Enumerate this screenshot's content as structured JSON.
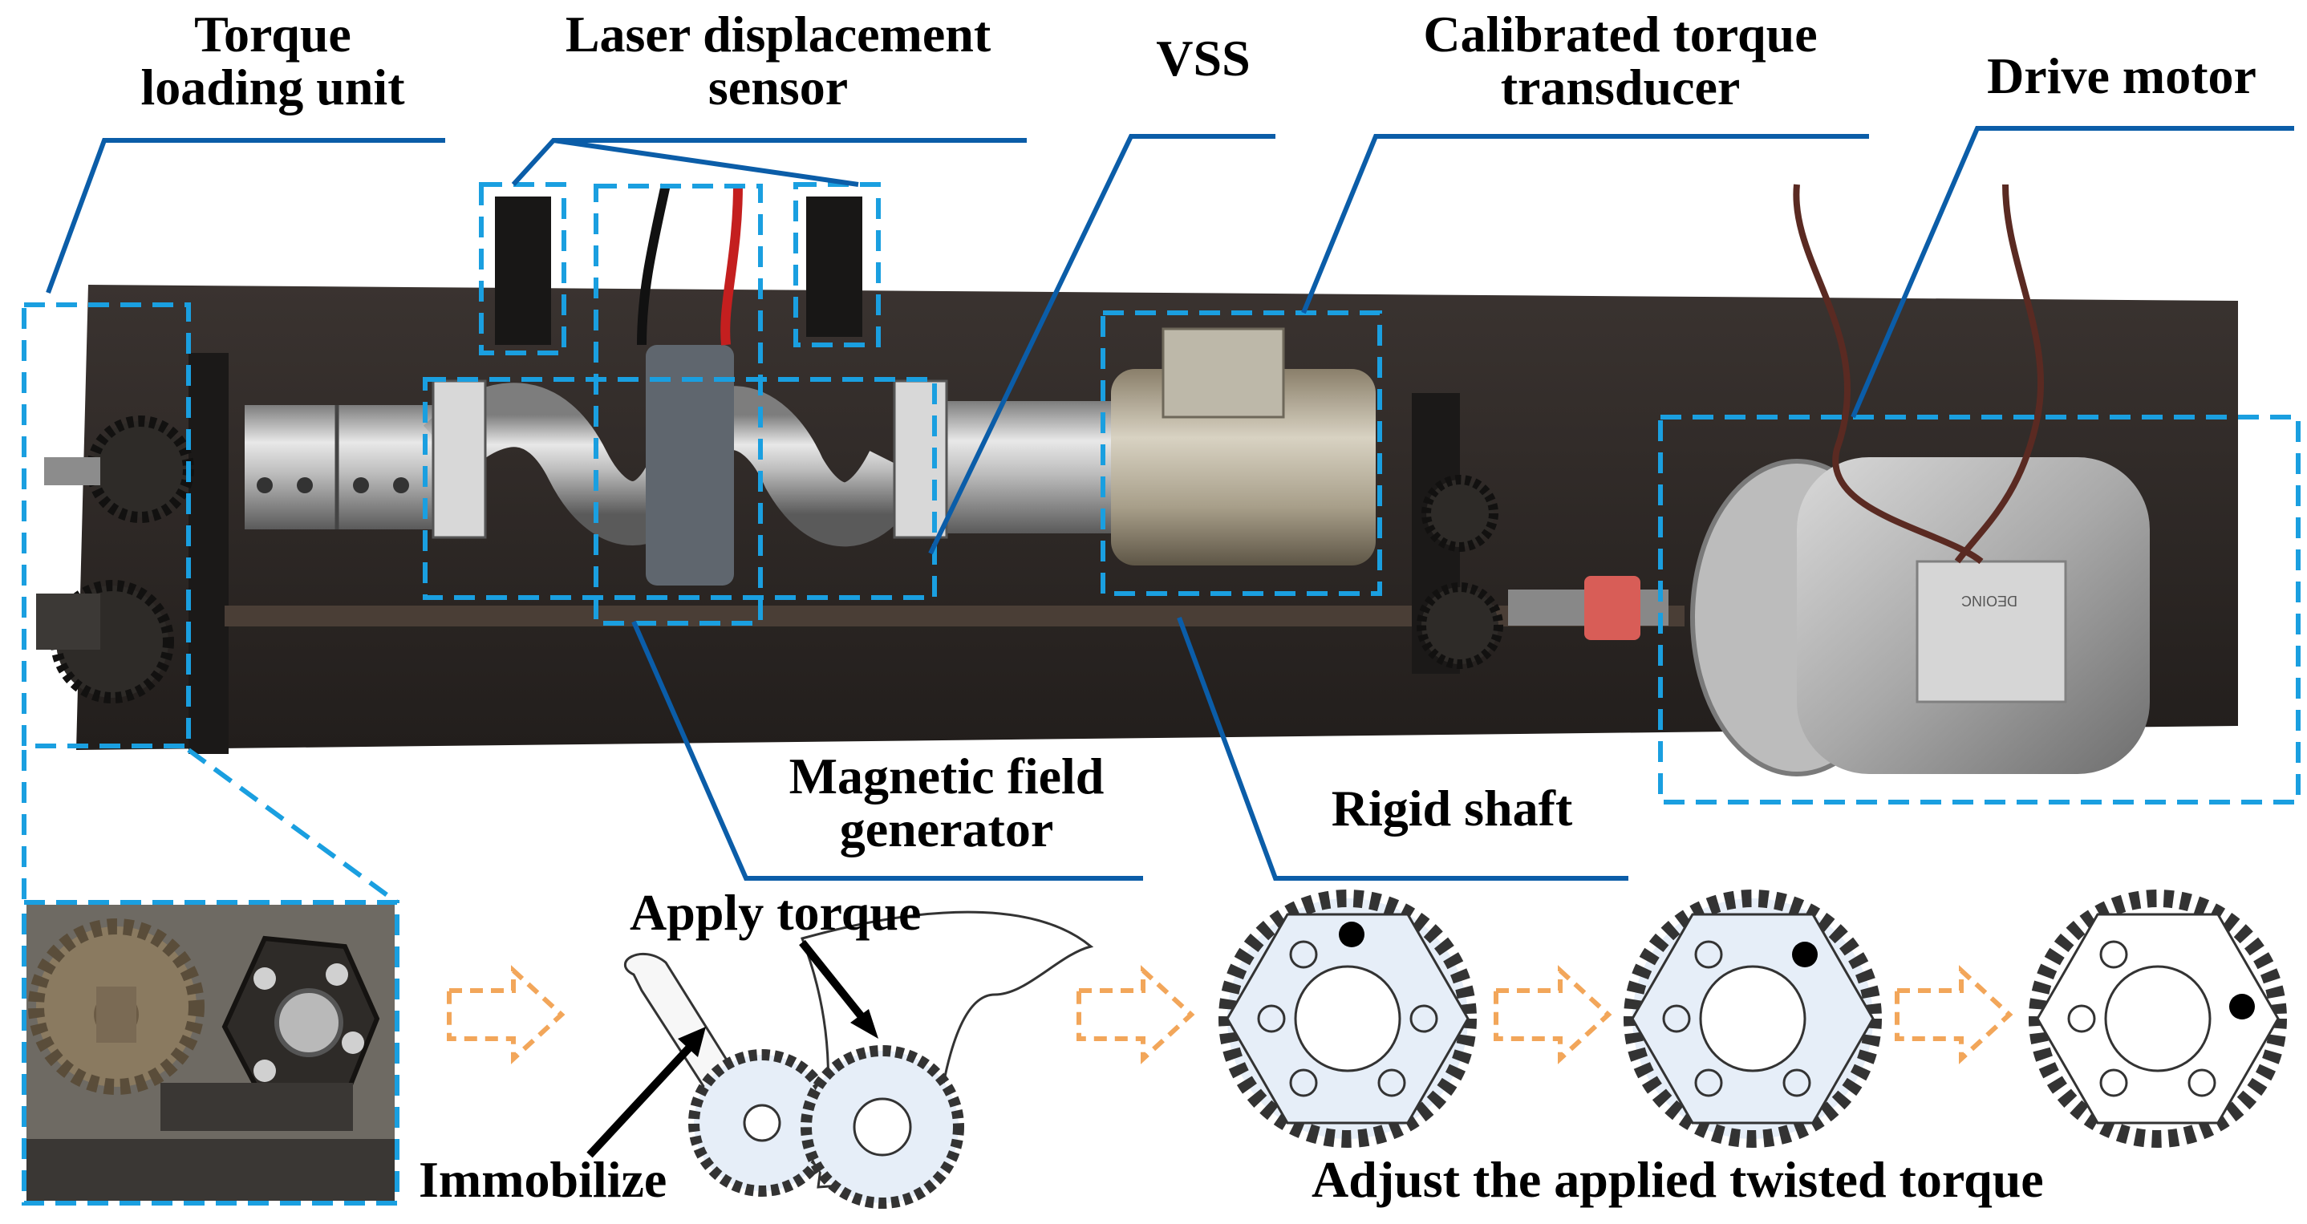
{
  "labels": {
    "torque_loading_unit_1": "Torque",
    "torque_loading_unit_2": "loading unit",
    "laser_sensor_1": "Laser displacement",
    "laser_sensor_2": "sensor",
    "vss": "VSS",
    "calibrated_1": "Calibrated torque",
    "calibrated_2": "transducer",
    "drive_motor": "Drive motor",
    "magnetic_1": "Magnetic field",
    "magnetic_2": "generator",
    "rigid_shaft": "Rigid shaft",
    "apply_torque": "Apply torque",
    "immobilize": "Immobilize",
    "adjust": "Adjust the applied twisted torque",
    "motor_plate": "DEOINC"
  },
  "colors": {
    "leader_blue": "#0B5DA8",
    "dash_blue": "#1A9FE0",
    "arrow_orange": "#F2A65A",
    "gear_fill": "#E6EEF8",
    "marker": "#000000"
  },
  "icons": [
    "wrench-icon",
    "gear-icon",
    "hex-gear-icon",
    "dashed-arrow-icon"
  ]
}
